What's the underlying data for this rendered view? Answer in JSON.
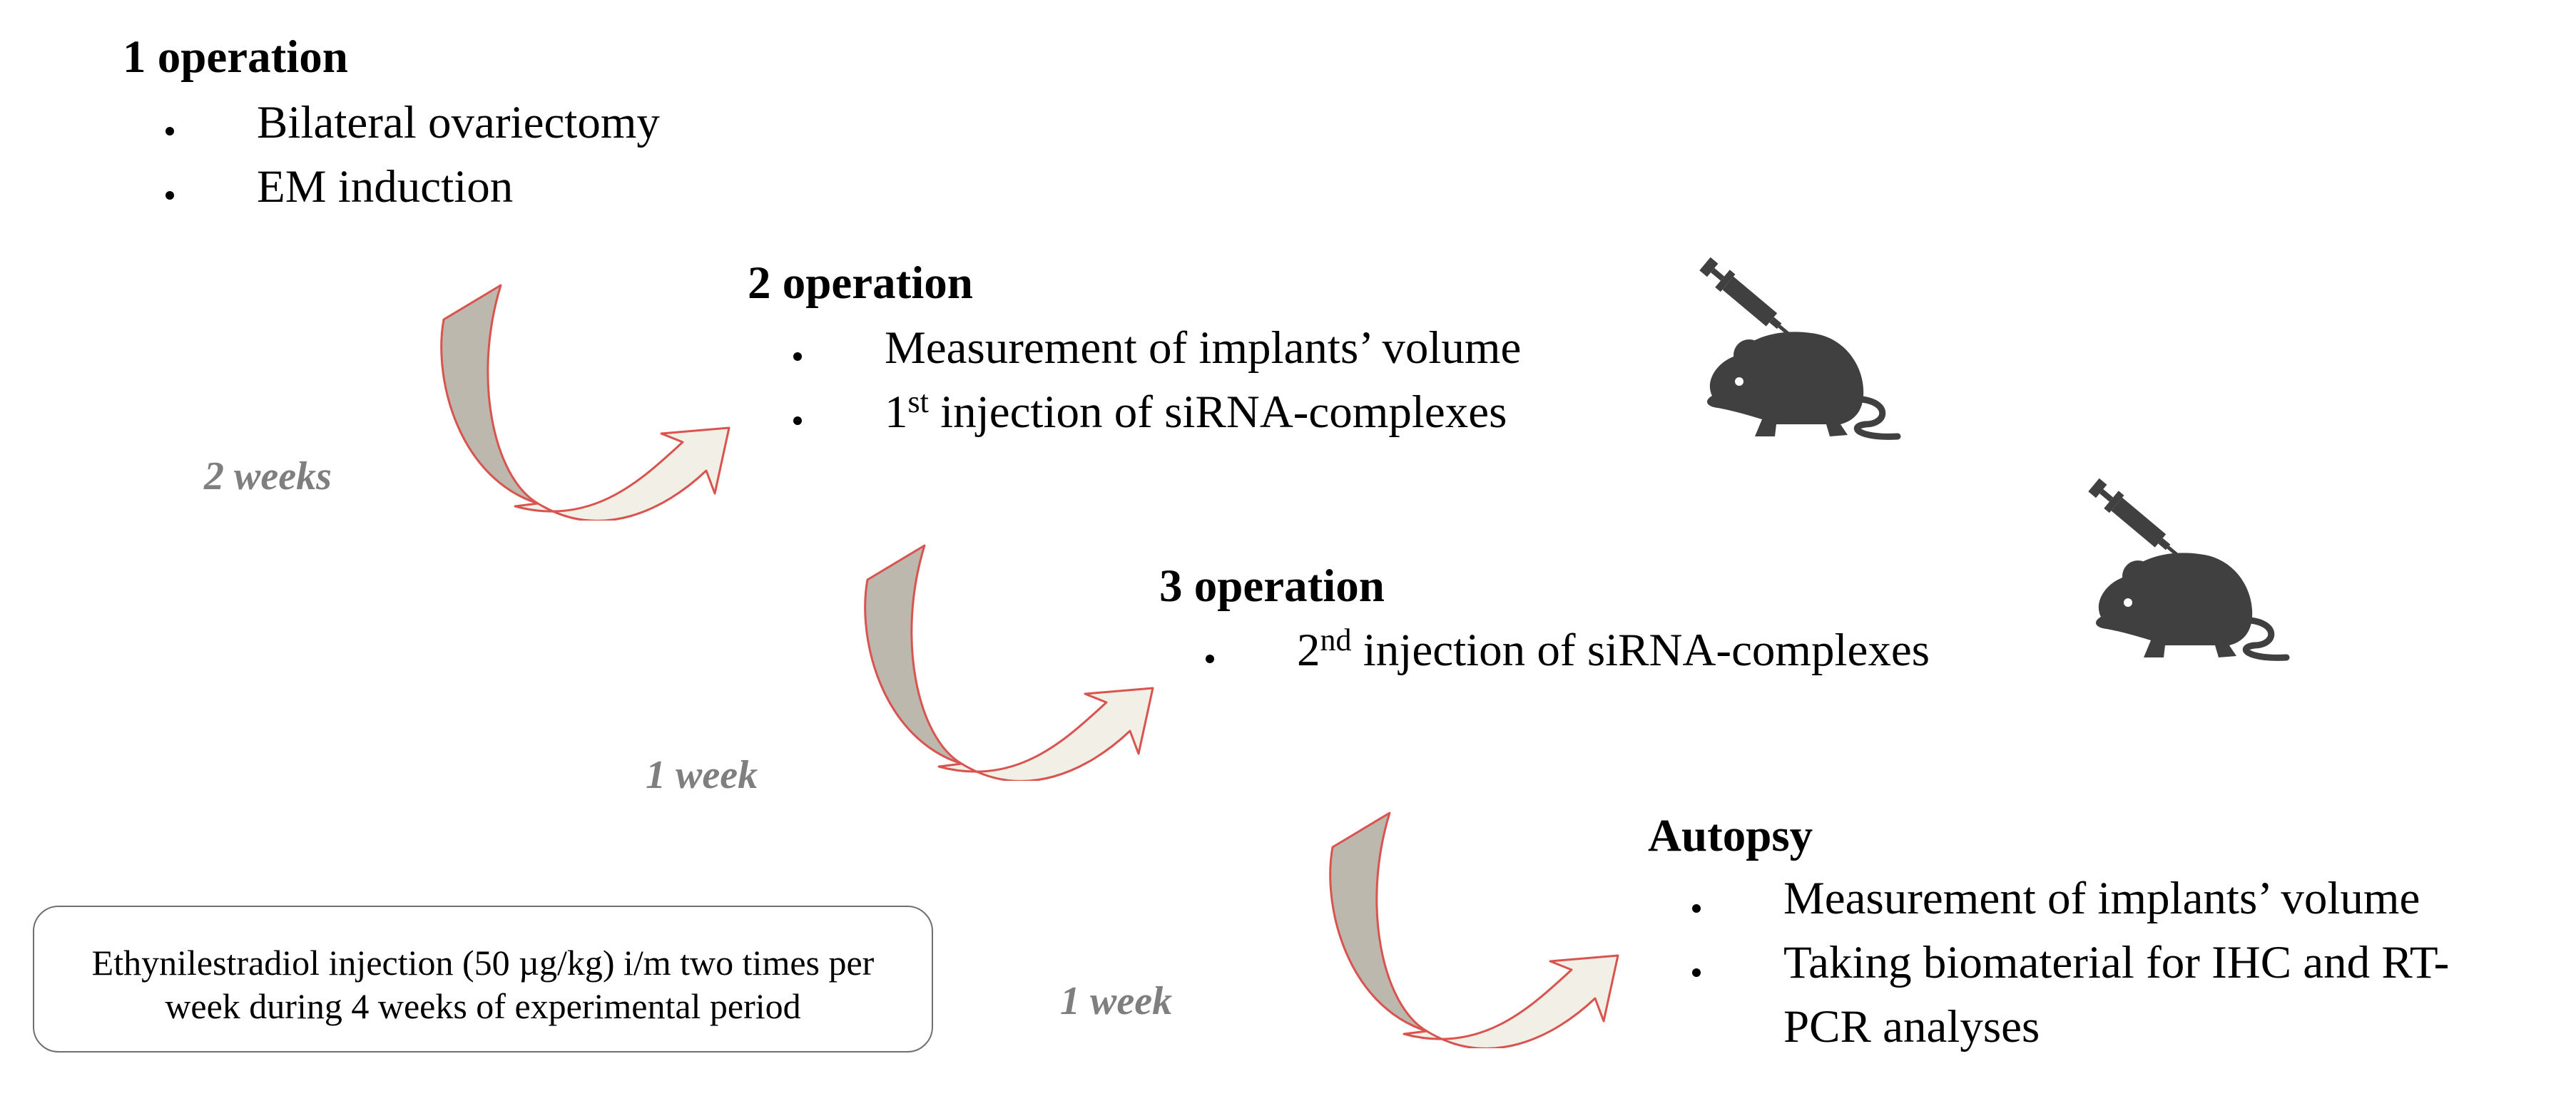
{
  "steps": [
    {
      "title": "1 operation",
      "bullets": [
        "Bilateral ovariectomy",
        "EM induction"
      ]
    },
    {
      "title": "2 operation",
      "bullets": [
        "Measurement of  implants’ volume"
      ],
      "injection": {
        "num": "1",
        "sup": "st",
        "text": "injection of siRNA-complexes"
      }
    },
    {
      "title": "3 operation",
      "injection": {
        "num": "2",
        "sup": "nd",
        "text": "injection of siRNA-complexes"
      }
    },
    {
      "title": "Autopsy",
      "bullets": [
        "Measurement of  implants’ volume",
        "Taking biomaterial for IHC and RT-",
        "PCR analyses"
      ]
    }
  ],
  "intervals": [
    "2 weeks",
    "1 week",
    "1 week"
  ],
  "note": {
    "line1": "Ethynilestradiol injection (50 µg/kg) i/m two times per",
    "line2": "week during 4 weeks of experimental period"
  },
  "icons": [
    "mouse-syringe-icon",
    "mouse-syringe-icon"
  ],
  "colors": {
    "arrow_outline": "#d9534f",
    "arrow_tail": "#bdb8ae",
    "arrow_head": "#f1efe6",
    "icon": "#404040",
    "interval_text": "#7f7f7f"
  }
}
